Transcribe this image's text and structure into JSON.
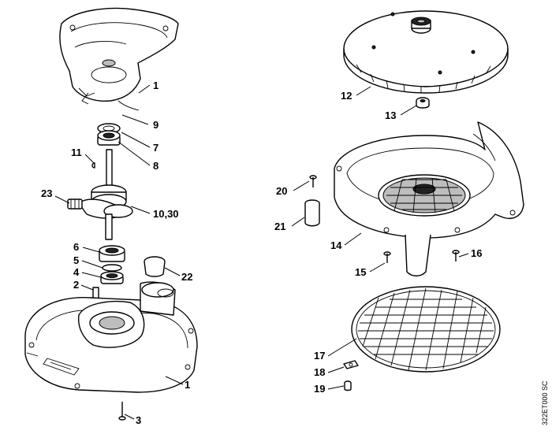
{
  "drawing_code": "322ET000 SC",
  "callouts": [
    {
      "id": "c1a",
      "label": "1"
    },
    {
      "id": "c9",
      "label": "9"
    },
    {
      "id": "c7",
      "label": "7"
    },
    {
      "id": "c8",
      "label": "8"
    },
    {
      "id": "c11",
      "label": "11"
    },
    {
      "id": "c23",
      "label": "23"
    },
    {
      "id": "c1030",
      "label": "10,30"
    },
    {
      "id": "c6",
      "label": "6"
    },
    {
      "id": "c5",
      "label": "5"
    },
    {
      "id": "c4",
      "label": "4"
    },
    {
      "id": "c2",
      "label": "2"
    },
    {
      "id": "c22",
      "label": "22"
    },
    {
      "id": "c3",
      "label": "3"
    },
    {
      "id": "c1b",
      "label": "1"
    },
    {
      "id": "c12",
      "label": "12"
    },
    {
      "id": "c13",
      "label": "13"
    },
    {
      "id": "c20",
      "label": "20"
    },
    {
      "id": "c21",
      "label": "21"
    },
    {
      "id": "c14",
      "label": "14"
    },
    {
      "id": "c15",
      "label": "15"
    },
    {
      "id": "c16",
      "label": "16"
    },
    {
      "id": "c17",
      "label": "17"
    },
    {
      "id": "c18",
      "label": "18"
    },
    {
      "id": "c19",
      "label": "19"
    }
  ]
}
